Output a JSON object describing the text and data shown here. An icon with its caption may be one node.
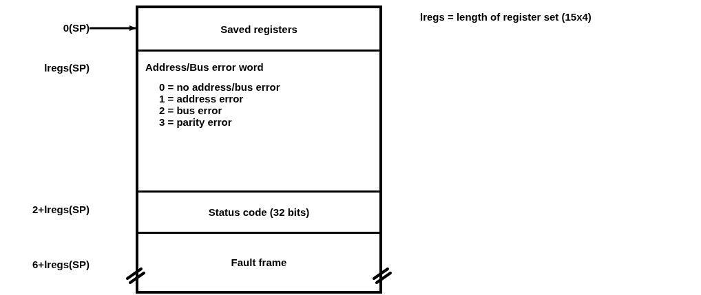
{
  "diagram": {
    "nodes": [
      {
        "text": [
          "Saved registers"
        ]
      },
      {
        "text": [
          "Address/Bus error word",
          "0 = no address/bus error",
          "1 = address error",
          "2 = bus error",
          "3 = parity error"
        ]
      },
      {
        "text": [
          "Status code (32 bits)"
        ]
      },
      {
        "text": [
          "Fault frame"
        ]
      },
      {
        "text": [
          "0(SP)"
        ]
      }
    ],
    "edges": [
      {
        "from": 4,
        "to": 0,
        "arrow": "to"
      }
    ],
    "labels": [
      "lregs = length of register set (15x4)",
      "lregs(SP)",
      "2+lregs(SP)",
      "6+lregs(SP)"
    ]
  }
}
